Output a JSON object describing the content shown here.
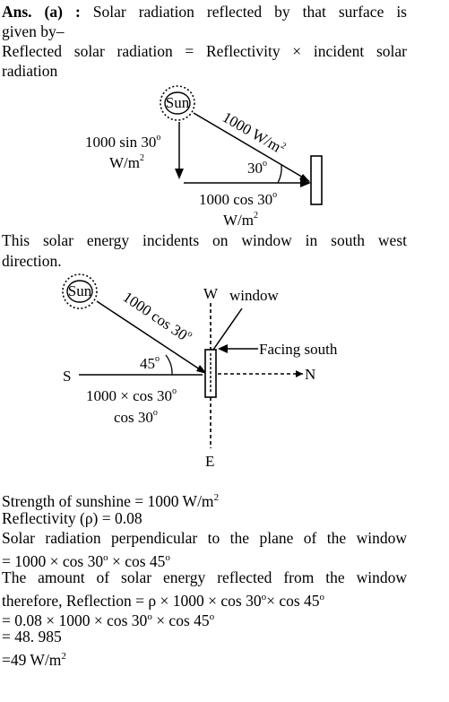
{
  "answer": {
    "label": "Ans. (a) :",
    "intro_line1": "Solar radiation reflected by that surface is",
    "intro_line2": "given by–",
    "formula_line1": "Reflected solar radiation = Reflectivity × incident solar",
    "formula_line2": "radiation"
  },
  "diagram1": {
    "sun_label": "Sun",
    "hyp_label": "1000 W/m",
    "hyp_exp": "2",
    "vert_line1": "1000 sin 30",
    "vert_line1_sup": "o",
    "vert_line2": "W/m",
    "vert_line2_sup": "2",
    "angle_label": "30",
    "angle_sup": "o",
    "horiz_line1": "1000 cos 30",
    "horiz_line1_sup": "o",
    "horiz_line2": "W/m",
    "horiz_line2_sup": "2"
  },
  "mid_text": {
    "line1": "This solar energy incidents on window in south west",
    "line2": "direction."
  },
  "diagram2": {
    "sun_label": "Sun",
    "ray_label": "1000 cos 30",
    "ray_sup": "o",
    "window_label": "window",
    "w_label": "W",
    "e_label": "E",
    "s_label": "S",
    "n_label": "N",
    "facing_label": "Facing south",
    "angle_label": "45",
    "angle_sup": "o",
    "eq_line1": "1000 × cos 30",
    "eq_line1_sup": "o",
    "eq_line2": "cos 30",
    "eq_line2_sup": "o"
  },
  "calculation": {
    "l1": "Strength of sunshine = 1000 W/m",
    "l1_sup": "2",
    "l2": "Reflectivity (ρ) =  0.08",
    "l3": "Solar radiation perpendicular to the plane of the window",
    "l4a": "= 1000 × cos 30",
    "l4_sup1": "o",
    "l4b": " × cos 45",
    "l4_sup2": "o",
    "l5": "The amount of solar energy reflected from the window",
    "l6a": "therefore, Reflection = ρ × 1000 × cos 30",
    "l6_sup1": "o",
    "l6b": "× cos 45",
    "l6_sup2": "o",
    "l7a": "= 0.08 × 1000 × cos 30",
    "l7_sup1": "o",
    "l7b": " × cos 45",
    "l7_sup2": "o",
    "l8": "= 48. 985",
    "l9": "=49 W/m",
    "l9_sup": "2"
  }
}
